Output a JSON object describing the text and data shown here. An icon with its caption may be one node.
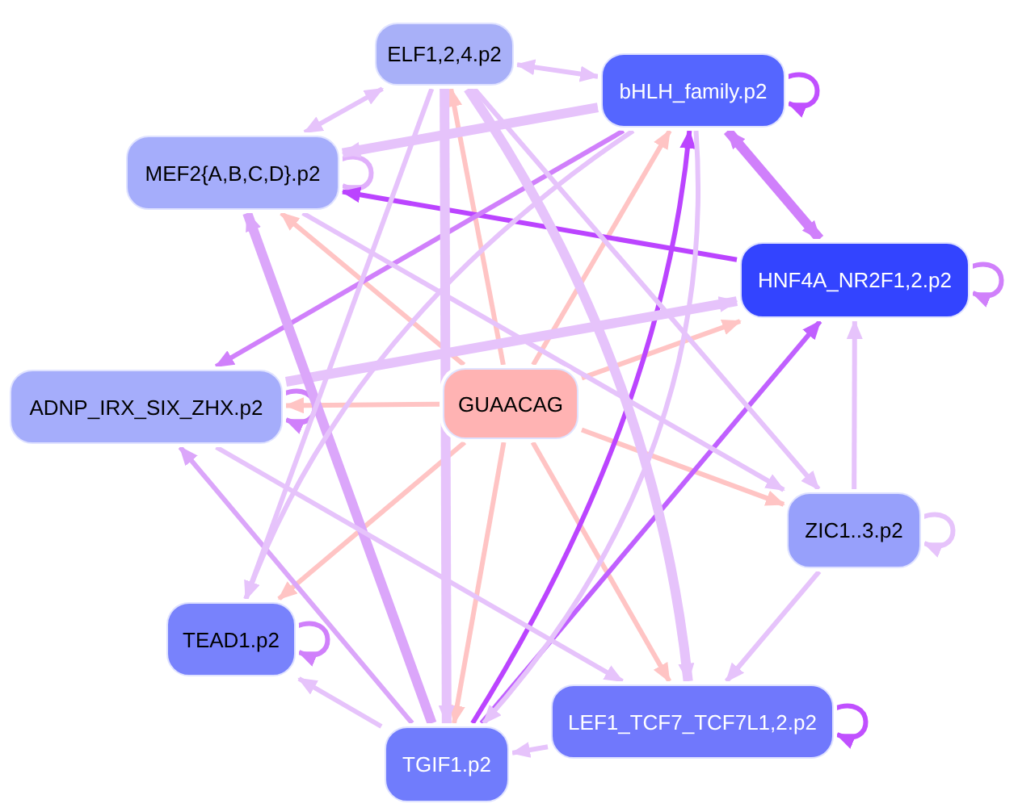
{
  "diagram": {
    "nodes": [
      {
        "text": [
          "ELF1,2,4.p2"
        ]
      },
      {
        "text": [
          "bHLH_family.p2"
        ]
      },
      {
        "text": [
          "MEF2{A,B,C,D}.p2"
        ]
      },
      {
        "text": [
          "HNF4A_NR2F1,2.p2"
        ]
      },
      {
        "text": [
          "ADNP_IRX_SIX_ZHX.p2"
        ]
      },
      {
        "text": [
          "GUAACAG"
        ]
      },
      {
        "text": [
          "ZIC1..3.p2"
        ]
      },
      {
        "text": [
          "TEAD1.p2"
        ]
      },
      {
        "text": [
          "LEF1_TCF7_TCF7L1,2.p2"
        ]
      },
      {
        "text": [
          "TGIF1.p2"
        ]
      }
    ],
    "edges": [
      {
        "from": 5,
        "to": 0,
        "arrow": "to",
        "color": "#ffc4c4"
      },
      {
        "from": 5,
        "to": 1,
        "arrow": "to",
        "color": "#ffc4c4"
      },
      {
        "from": 5,
        "to": 2,
        "arrow": "to",
        "color": "#ffc4c4"
      },
      {
        "from": 5,
        "to": 3,
        "arrow": "to",
        "color": "#ffc4c4"
      },
      {
        "from": 5,
        "to": 4,
        "arrow": "to",
        "color": "#ffc4c4"
      },
      {
        "from": 5,
        "to": 6,
        "arrow": "to",
        "color": "#ffc4c4"
      },
      {
        "from": 5,
        "to": 7,
        "arrow": "to",
        "color": "#ffc4c4"
      },
      {
        "from": 5,
        "to": 8,
        "arrow": "to",
        "color": "#ffc4c4"
      },
      {
        "from": 5,
        "to": 9,
        "arrow": "to",
        "color": "#ffc4c4"
      },
      {
        "from": 1,
        "to": 1,
        "arrow": "to",
        "color": "#c050ff"
      },
      {
        "from": 2,
        "to": 2,
        "arrow": "to",
        "color": "#e0b0fb"
      },
      {
        "from": 3,
        "to": 3,
        "arrow": "to",
        "color": "#d080fb"
      },
      {
        "from": 4,
        "to": 4,
        "arrow": "to",
        "color": "#d080fb"
      },
      {
        "from": 6,
        "to": 6,
        "arrow": "to"
      },
      {
        "from": 7,
        "to": 7,
        "arrow": "to",
        "color": "#d080fb"
      },
      {
        "from": 8,
        "to": 8,
        "arrow": "to",
        "color": "#c050ff"
      },
      {
        "from": 0,
        "to": 2,
        "arrow": "both"
      },
      {
        "from": 0,
        "to": 1,
        "arrow": "both"
      },
      {
        "from": 1,
        "to": 2,
        "arrow": "to",
        "style": "thick"
      },
      {
        "from": 3,
        "to": 2,
        "arrow": "to",
        "color": "#bb44ff"
      },
      {
        "from": 1,
        "to": 3,
        "arrow": "both",
        "color": "#d080fb",
        "style": "thick"
      },
      {
        "from": 1,
        "to": 4,
        "arrow": "to",
        "color": "#d080fb"
      },
      {
        "from": 9,
        "to": 1,
        "arrow": "to",
        "color": "#bb44ff"
      },
      {
        "from": 9,
        "to": 3,
        "arrow": "to",
        "color": "#c060ff"
      },
      {
        "from": 4,
        "to": 3,
        "arrow": "to",
        "style": "thick"
      },
      {
        "from": 6,
        "to": 3,
        "arrow": "to"
      },
      {
        "from": 0,
        "to": 6,
        "arrow": "to"
      },
      {
        "from": 2,
        "to": 6,
        "arrow": "to"
      },
      {
        "from": 6,
        "to": 8,
        "arrow": "to"
      },
      {
        "from": 8,
        "to": 9,
        "arrow": "to"
      },
      {
        "from": 9,
        "to": 7,
        "arrow": "to"
      },
      {
        "from": 9,
        "to": 4,
        "arrow": "to",
        "color": "#dba6fa"
      },
      {
        "from": 9,
        "to": 2,
        "arrow": "to",
        "color": "#dba6fa",
        "style": "thick"
      },
      {
        "from": 0,
        "to": 9,
        "arrow": "to",
        "style": "thick"
      },
      {
        "from": 0,
        "to": 7,
        "arrow": "to"
      },
      {
        "from": 1,
        "to": 7,
        "arrow": "to"
      },
      {
        "from": 4,
        "to": 8,
        "arrow": "to"
      },
      {
        "from": 0,
        "to": 8,
        "arrow": "to",
        "style": "thick"
      },
      {
        "from": 1,
        "to": 9,
        "arrow": "to"
      }
    ]
  }
}
